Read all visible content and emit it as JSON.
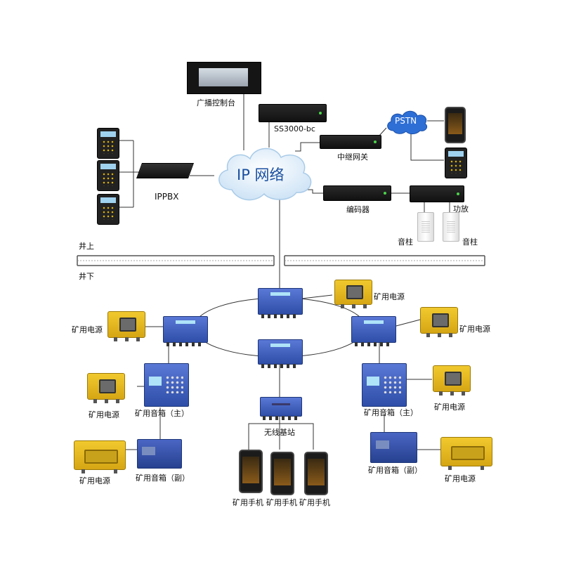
{
  "cloud": {
    "label": "IP 网络"
  },
  "pstn": {
    "label": "PSTN"
  },
  "devices": {
    "broadcast_console": "广播控制台",
    "ss3000": "SS3000-bc",
    "trunk_gateway": "中继网关",
    "ippbx": "IPPBX",
    "encoder": "编码器",
    "amplifier": "功放",
    "speaker_1": "音柱",
    "speaker_2": "音柱"
  },
  "zones": {
    "above": "井上",
    "below": "井下"
  },
  "mine": {
    "power_1": "矿用电源",
    "power_2": "矿用电源",
    "power_3": "矿用电源",
    "power_4": "矿用电源",
    "power_5": "矿用电源",
    "power_6": "矿用电源",
    "speaker_main_left": "矿用音箱（主）",
    "speaker_sub_left": "矿用音箱（副）",
    "speaker_main_right": "矿用音箱（主）",
    "speaker_sub_right": "矿用音箱（副）",
    "wireless_base": "无线基站",
    "handset_1": "矿用手机",
    "handset_2": "矿用手机",
    "handset_3": "矿用手机"
  },
  "colors": {
    "line": "#333333",
    "cloud_text": "#1a4fa0",
    "pstn_fill": "#2e6fd6",
    "ground": "#555555"
  }
}
